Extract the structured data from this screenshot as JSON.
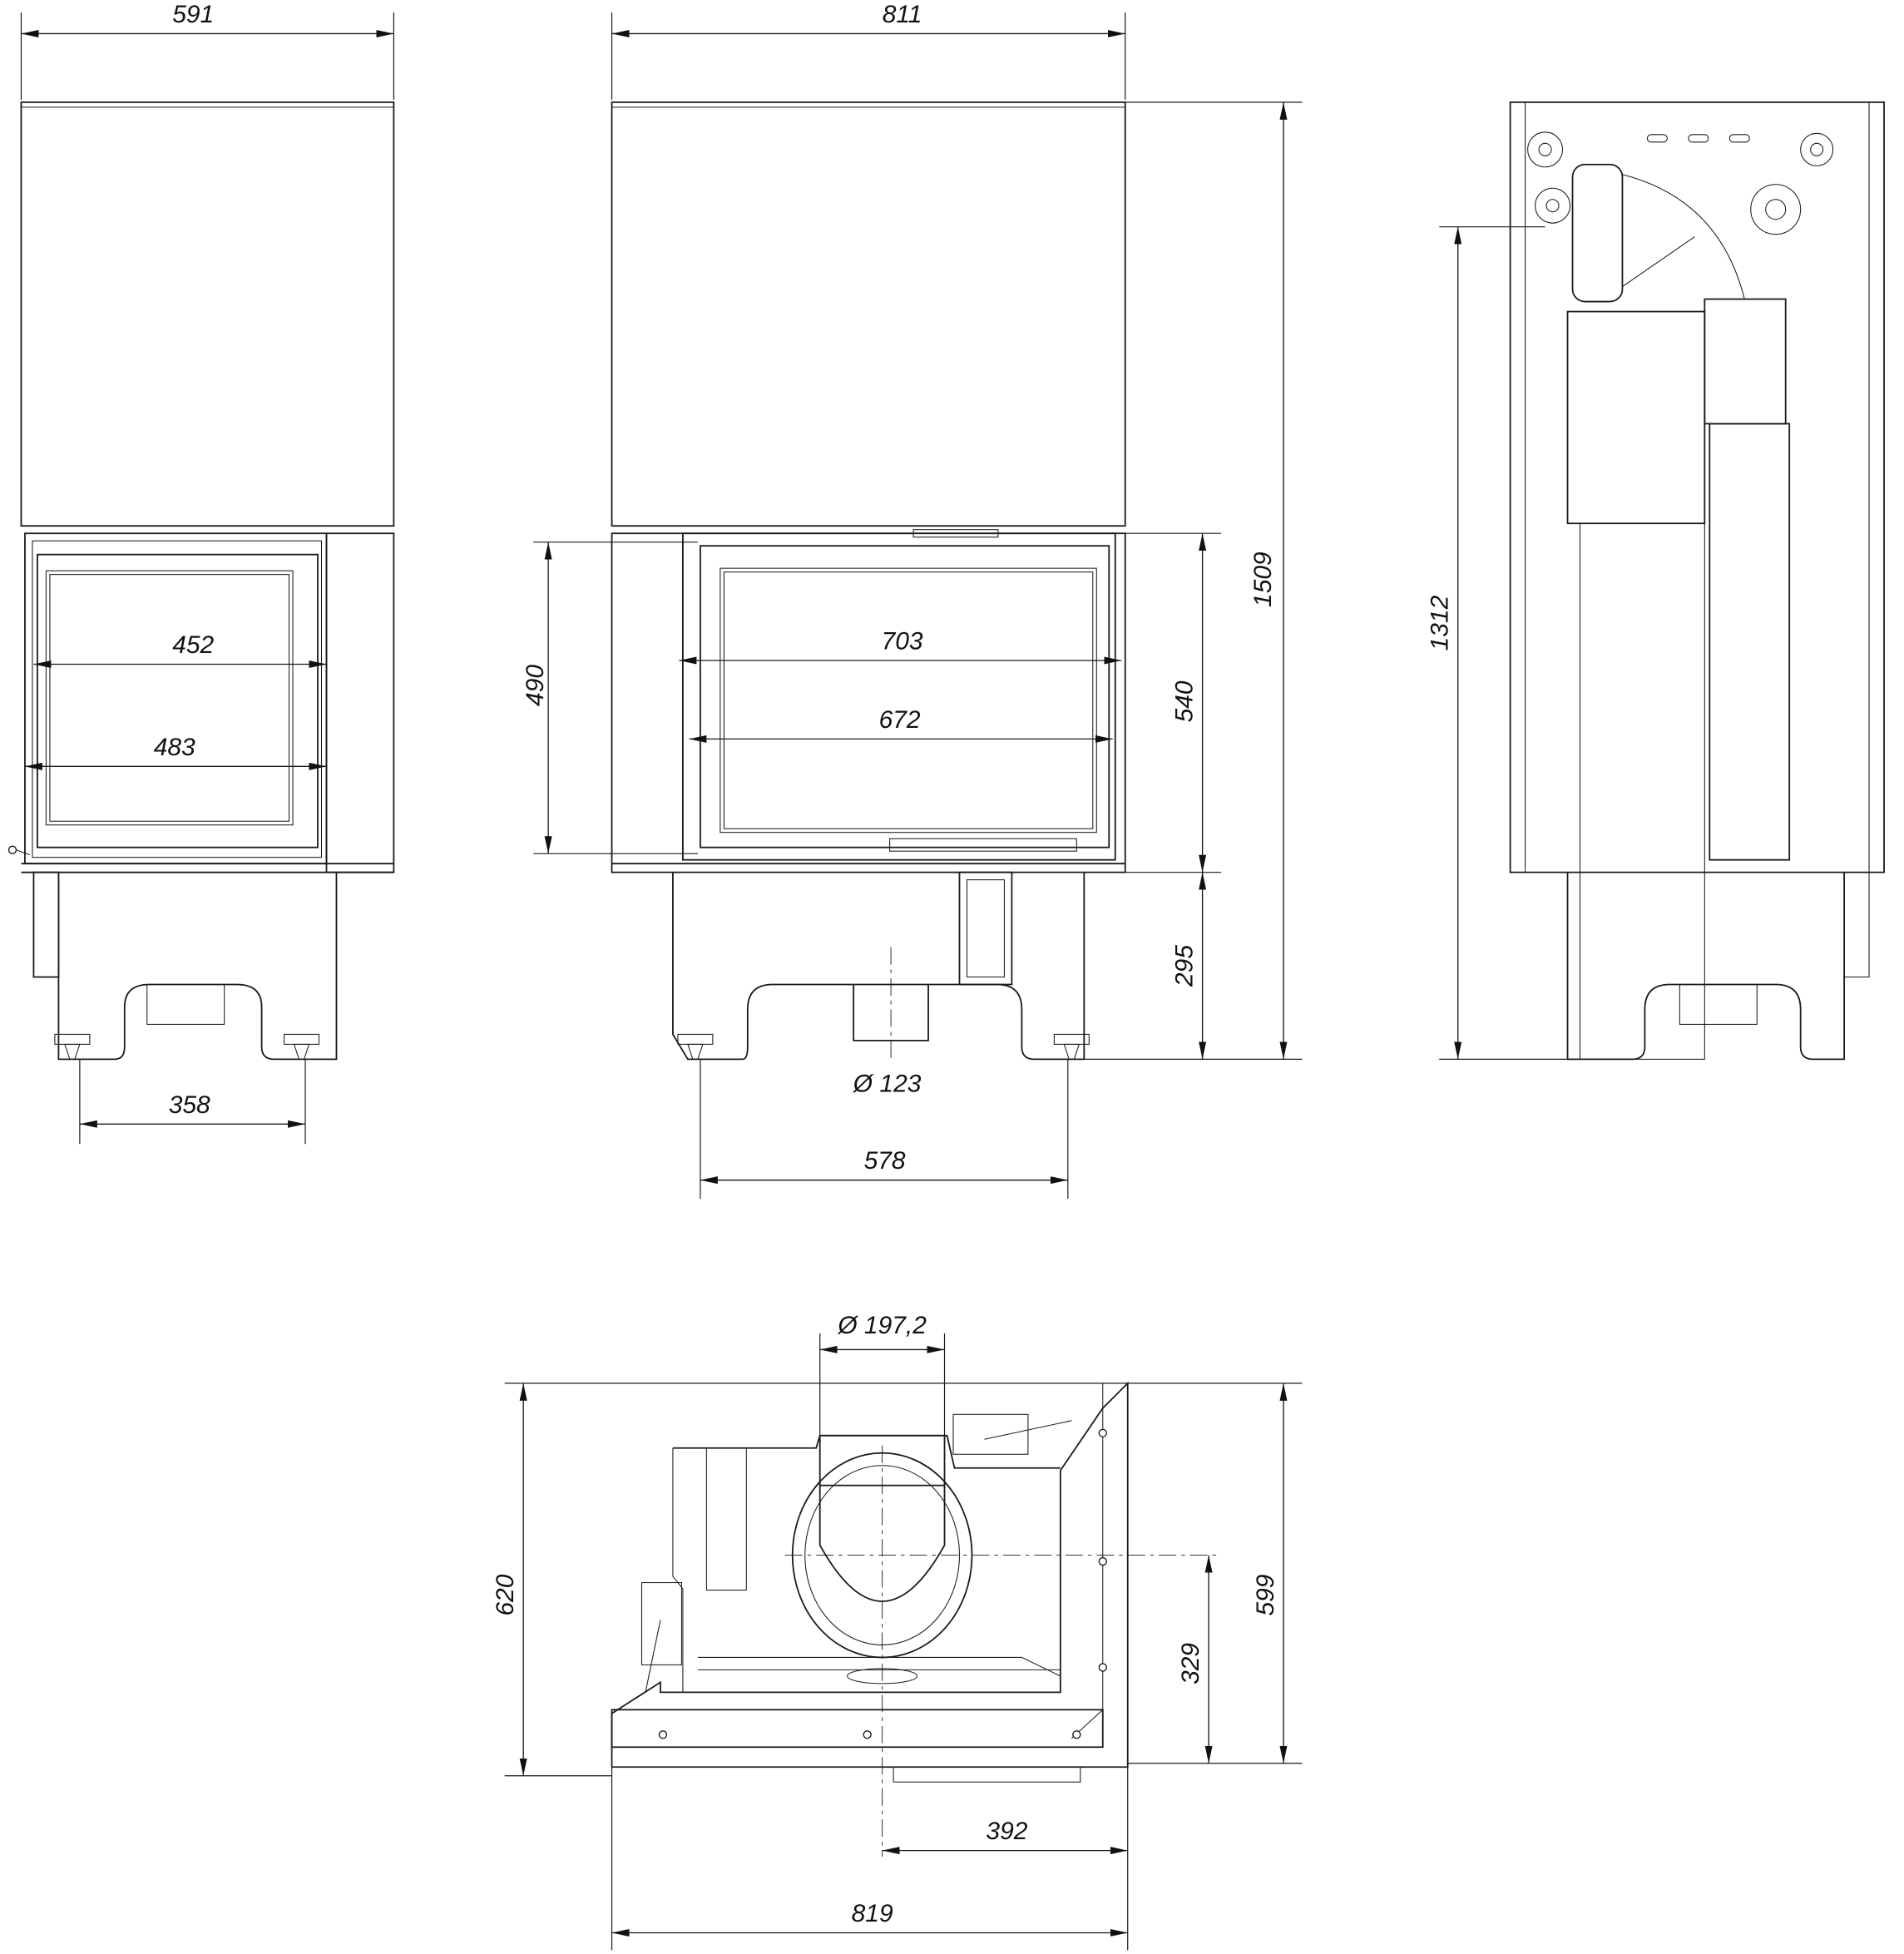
{
  "drawing": {
    "front_left_view": {
      "overall_width": "591",
      "glass_width_inner": "452",
      "door_width": "483",
      "feet_spacing": "358"
    },
    "front_main_view": {
      "overall_width": "811",
      "door_width": "703",
      "glass_width": "672",
      "glass_height": "490",
      "door_height": "540",
      "base_height": "295",
      "overall_height": "1509",
      "air_inlet_diameter": "Ø 123",
      "feet_spacing": "578"
    },
    "side_view": {
      "flue_axis_height": "1312"
    },
    "top_view": {
      "flue_diameter": "Ø 197,2",
      "overall_depth": "620",
      "body_depth": "599",
      "flue_axis_from_front": "329",
      "flue_axis_from_side": "392",
      "overall_width": "819"
    }
  }
}
